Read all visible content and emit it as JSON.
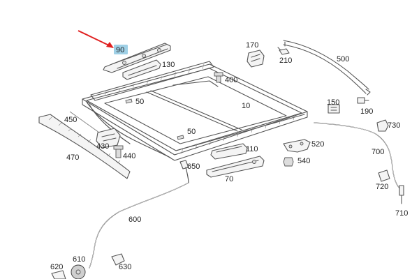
{
  "colors": {
    "highlight": "#9fd0e6",
    "pointer_arrow": "#e02020",
    "line_art": "#555555"
  },
  "callouts": {
    "p10": "10",
    "p50a": "50",
    "p50b": "50",
    "p70": "70",
    "p90": "90",
    "p110": "110",
    "p130": "130",
    "p150": "150",
    "p170": "170",
    "p190": "190",
    "p210": "210",
    "p400": "400",
    "p430": "430",
    "p440": "440",
    "p450": "450",
    "p470": "470",
    "p500": "500",
    "p520": "520",
    "p540": "540",
    "p600": "600",
    "p610": "610",
    "p620": "620",
    "p630": "630",
    "p650": "650",
    "p700": "700",
    "p710": "710",
    "p720": "720",
    "p730": "730"
  },
  "highlighted_part": "90"
}
